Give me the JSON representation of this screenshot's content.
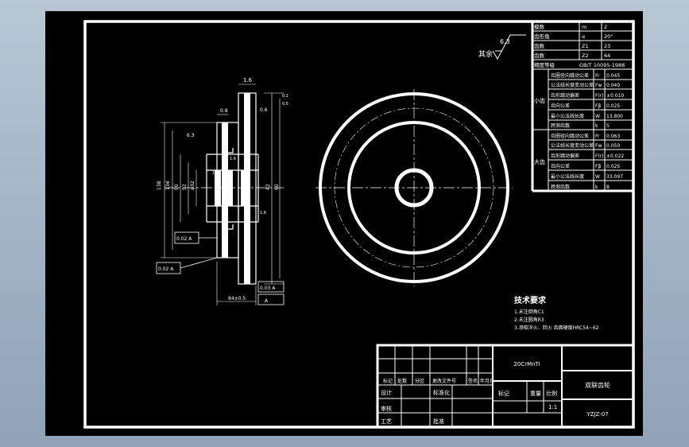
{
  "drawing": {
    "roughness": {
      "value": "6.3",
      "label": "其余"
    },
    "params_table": [
      {
        "name": "模数",
        "sym": "m",
        "val": "2"
      },
      {
        "name": "齿形角",
        "sym": "α",
        "val": "20°"
      },
      {
        "name": "齿数",
        "sym": "Z1",
        "val": "23"
      },
      {
        "name": "齿数",
        "sym": "Z2",
        "val": "64"
      },
      {
        "name": "精度等级",
        "sym": "",
        "val": "GB/T 10095-1988"
      }
    ],
    "gear_small": {
      "group": "小齿",
      "rows": [
        {
          "name": "齿圈径向跳动公差",
          "sym": "Fr",
          "val": "0.045"
        },
        {
          "name": "公法线长度变动公差",
          "sym": "Fw",
          "val": "0.040"
        },
        {
          "name": "齿形跳动偏差",
          "sym": "F(r)",
          "val": "±0.010"
        },
        {
          "name": "齿向公差",
          "sym": "Fβ",
          "val": "0.025"
        },
        {
          "name": "最小公法线长度",
          "sym": "W",
          "val": "13.800"
        },
        {
          "name": "跨测齿数",
          "sym": "k",
          "val": "5"
        }
      ]
    },
    "gear_large": {
      "group": "大齿",
      "rows": [
        {
          "name": "齿圈径向跳动公差",
          "sym": "Fr",
          "val": "0.063"
        },
        {
          "name": "公法线长度变动公差",
          "sym": "Fw",
          "val": "0.050"
        },
        {
          "name": "齿形跳动偏差",
          "sym": "F(r)",
          "val": "±0.022"
        },
        {
          "name": "齿向公差",
          "sym": "Fβ",
          "val": "0.025"
        },
        {
          "name": "最小公法线长度",
          "sym": "W",
          "val": "33.097"
        },
        {
          "name": "跨测齿数",
          "sym": "k",
          "val": "8"
        }
      ]
    },
    "tech_requirements": {
      "title": "技术要求",
      "items": [
        "1.未注倒角C1",
        "2.未注圆角R3",
        "3.渗碳淬火、回火 齿面硬度HRC54~62"
      ]
    },
    "title_block": {
      "material": "20CrMnTi",
      "part_name": "双联齿轮",
      "drawing_no": "YZJZ-07",
      "scale": "1:1",
      "headers": [
        "标记",
        "处数",
        "分区",
        "更改文件号",
        "签名",
        "年月日"
      ],
      "designer": "设计",
      "standardize": "标准化",
      "reviewer": "审核",
      "process": "工艺",
      "approve": "批准",
      "stage_mark": "标记",
      "weight": "重量",
      "scale_label": "比例"
    },
    "dimensions": {
      "width_top": "1.6",
      "small_a": "6.3",
      "small_b": "0.8",
      "face": "0.6",
      "hub": "1.6",
      "keyway": "1.6",
      "right_a": "0.2",
      "right_b": "0.5",
      "right_c": "1.6",
      "dia_a": "138",
      "dia_b": "134",
      "dia_c": "90",
      "dia_d": "52",
      "dia_e": "42",
      "dia_f": "60",
      "bore": "φ32",
      "len_bottom": "84±0.5",
      "tol_frame_a": "0.02  A",
      "tol_frame_b": "0.02  A",
      "tol_frame_c": "0.03  A",
      "datum": "A"
    }
  }
}
